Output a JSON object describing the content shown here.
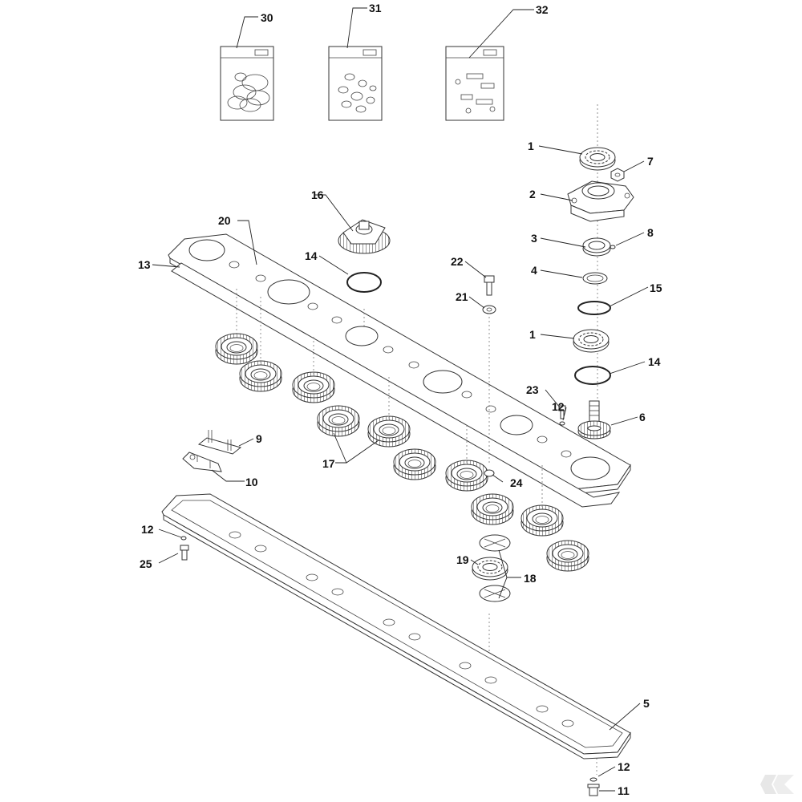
{
  "diagram": {
    "callouts": [
      {
        "id": "c30",
        "label": "30"
      },
      {
        "id": "c31",
        "label": "31"
      },
      {
        "id": "c32",
        "label": "32"
      },
      {
        "id": "c1a",
        "label": "1"
      },
      {
        "id": "c7",
        "label": "7"
      },
      {
        "id": "c2",
        "label": "2"
      },
      {
        "id": "c16",
        "label": "16"
      },
      {
        "id": "c20",
        "label": "20"
      },
      {
        "id": "c3",
        "label": "3"
      },
      {
        "id": "c8",
        "label": "8"
      },
      {
        "id": "c14a",
        "label": "14"
      },
      {
        "id": "c13",
        "label": "13"
      },
      {
        "id": "c22",
        "label": "22"
      },
      {
        "id": "c4",
        "label": "4"
      },
      {
        "id": "c15",
        "label": "15"
      },
      {
        "id": "c21",
        "label": "21"
      },
      {
        "id": "c1b",
        "label": "1"
      },
      {
        "id": "c14b",
        "label": "14"
      },
      {
        "id": "c23",
        "label": "23"
      },
      {
        "id": "c12a",
        "label": "12"
      },
      {
        "id": "c6",
        "label": "6"
      },
      {
        "id": "c9",
        "label": "9"
      },
      {
        "id": "c17",
        "label": "17"
      },
      {
        "id": "c10",
        "label": "10"
      },
      {
        "id": "c24",
        "label": "24"
      },
      {
        "id": "c12b",
        "label": "12"
      },
      {
        "id": "c25",
        "label": "25"
      },
      {
        "id": "c19",
        "label": "19"
      },
      {
        "id": "c18",
        "label": "18"
      },
      {
        "id": "c5",
        "label": "5"
      },
      {
        "id": "c12c",
        "label": "12"
      },
      {
        "id": "c11",
        "label": "11"
      }
    ]
  }
}
